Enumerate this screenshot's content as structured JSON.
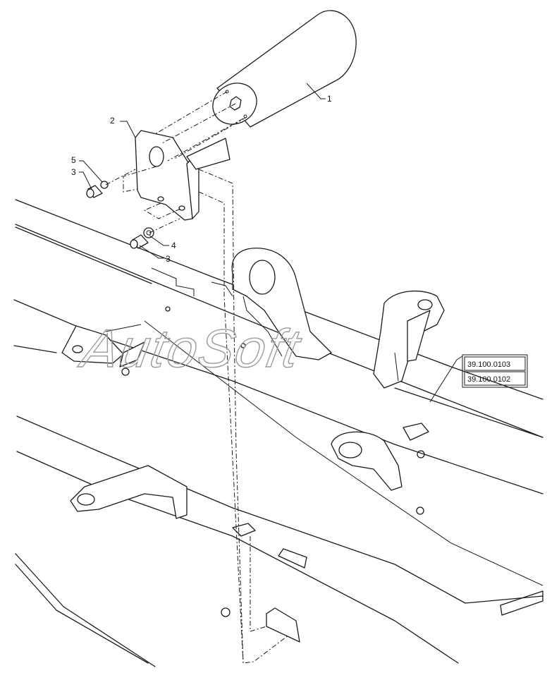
{
  "callouts": [
    {
      "id": "1",
      "label": "1"
    },
    {
      "id": "2",
      "label": "2"
    },
    {
      "id": "5",
      "label": "5"
    },
    {
      "id": "3a",
      "label": "3"
    },
    {
      "id": "4",
      "label": "4"
    },
    {
      "id": "3b",
      "label": "3"
    }
  ],
  "references": [
    "39.100.0103",
    "39.100.0102"
  ],
  "watermark": "AutoSoft"
}
